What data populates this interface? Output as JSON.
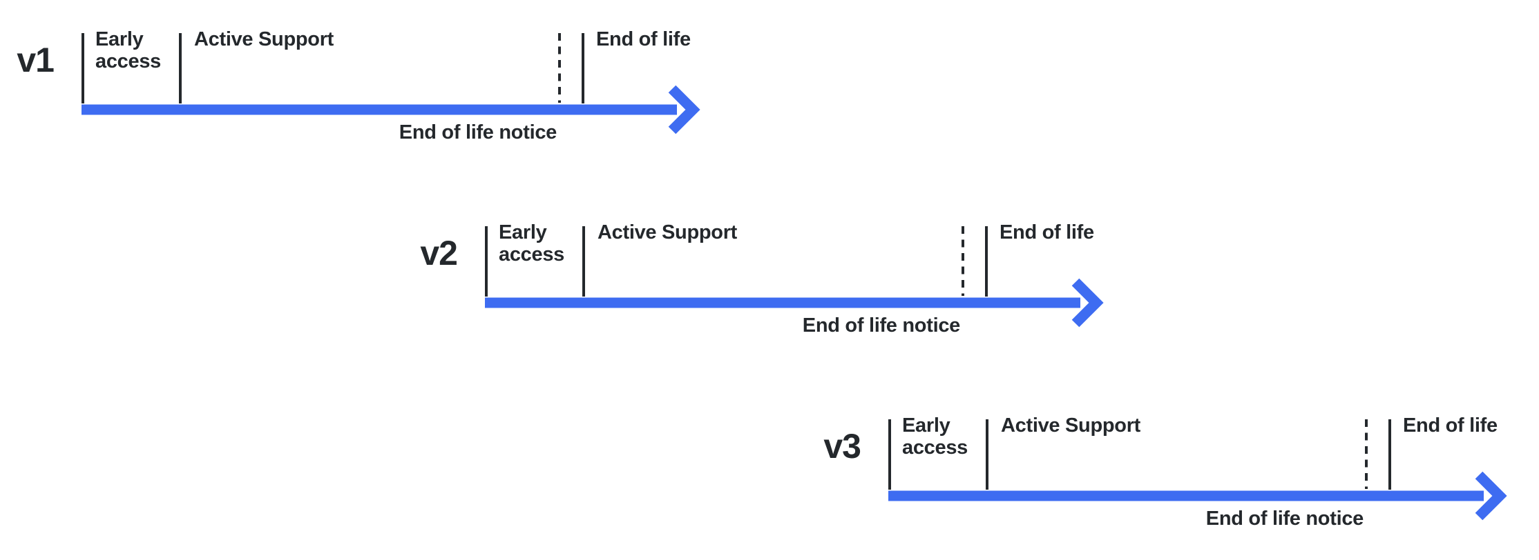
{
  "diagram": {
    "type": "release-lifecycle-timelines",
    "colors": {
      "arrow": "#3e6cf1",
      "ink": "#24282c",
      "background": "#ffffff"
    },
    "timelines": [
      {
        "version": "v1",
        "early_access": "Early access",
        "active_support": "Active Support",
        "end_of_life": "End of life",
        "end_of_life_notice": "End of life notice"
      },
      {
        "version": "v2",
        "early_access": "Early access",
        "active_support": "Active Support",
        "end_of_life": "End of life",
        "end_of_life_notice": "End of life notice"
      },
      {
        "version": "v3",
        "early_access": "Early access",
        "active_support": "Active Support",
        "end_of_life": "End of life",
        "end_of_life_notice": "End of life notice"
      }
    ]
  }
}
